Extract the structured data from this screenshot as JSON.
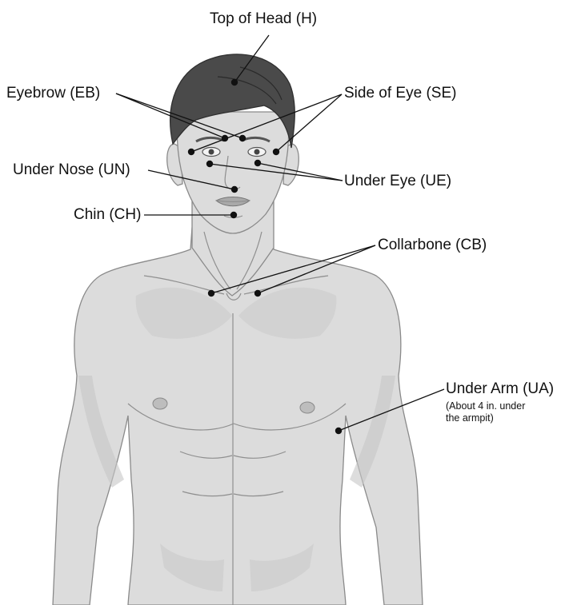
{
  "labels": {
    "top_of_head": "Top of Head (H)",
    "eyebrow": "Eyebrow (EB)",
    "side_of_eye": "Side of Eye (SE)",
    "under_nose": "Under Nose (UN)",
    "under_eye": "Under Eye (UE)",
    "chin": "Chin (CH)",
    "collarbone": "Collarbone (CB)",
    "under_arm": "Under Arm (UA)",
    "under_arm_note_line1": "(About 4 in. under",
    "under_arm_note_line2": "the armpit)"
  },
  "colors": {
    "skin": "#dcdcdc",
    "skin_shade": "#c6c6c6",
    "hair": "#4a4a4a",
    "ink": "#111111"
  }
}
